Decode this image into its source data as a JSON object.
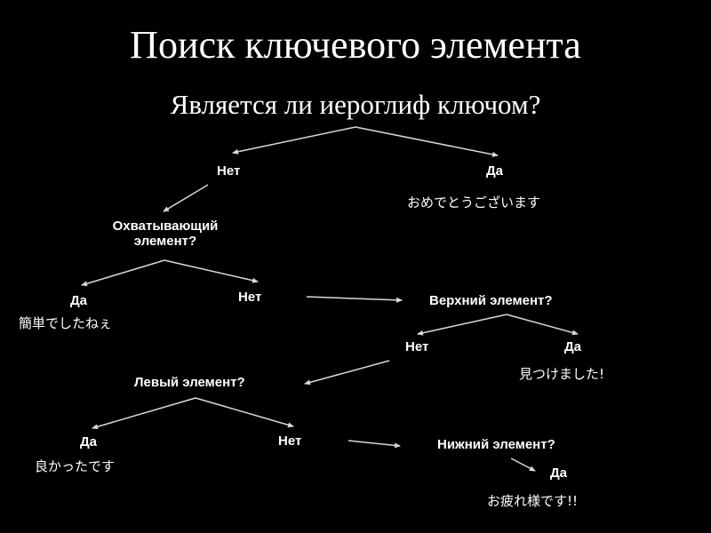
{
  "slide": {
    "title": "Поиск ключевого элемента",
    "question": "Является ли иероглиф ключом?",
    "q_no": "Нет",
    "q_yes": "Да",
    "q_yes_text": "おめでとうございます",
    "enclosing_line1": "Охватывающий",
    "enclosing_line2": "элемент?",
    "enc_yes": "Да",
    "enc_yes_text": "簡単でしたねぇ",
    "enc_no": "Нет",
    "top_q": "Верхний элемент?",
    "top_no": "Нет",
    "top_yes": "Да",
    "top_yes_text": "見つけました!",
    "left_q": "Левый элемент?",
    "left_yes": "Да",
    "left_yes_text": "良かったです",
    "left_no": "Нет",
    "bottom_q": "Нижний элемент?",
    "bottom_yes": "Да",
    "bottom_yes_text": "お疲れ様です!!"
  },
  "colors": {
    "background": "#000000",
    "text": "#ffffff",
    "arrow": "#d9d9d9"
  }
}
